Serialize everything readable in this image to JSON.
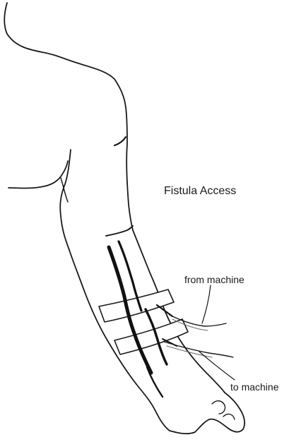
{
  "diagram": {
    "title": "Fistula Access",
    "labels": {
      "from": "from machine",
      "to": "to machine"
    },
    "colors": {
      "line": "#1a1a1a",
      "background": "#ffffff"
    }
  }
}
